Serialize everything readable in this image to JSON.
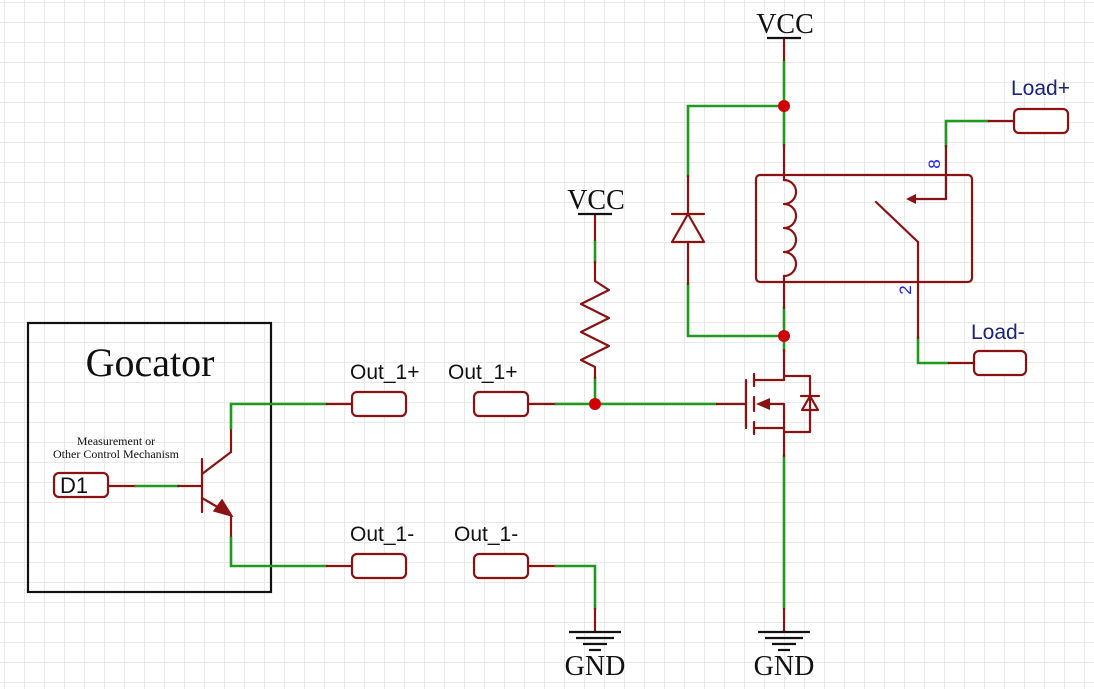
{
  "block": {
    "title": "Gocator",
    "caption_line1": "Measurement or",
    "caption_line2": "Other Control Mechanism",
    "input_port": "D1"
  },
  "ports": {
    "out_pos_left": "Out_1+",
    "out_neg_left": "Out_1-",
    "out_pos_right": "Out_1+",
    "out_neg_right": "Out_1-"
  },
  "power": {
    "vcc_top": "VCC",
    "vcc_pullup": "VCC",
    "gnd_left": "GND",
    "gnd_right": "GND"
  },
  "relay": {
    "pin_top": "8",
    "pin_bottom": "2"
  },
  "load": {
    "positive": "Load+",
    "negative": "Load-"
  },
  "colors": {
    "wire": "#1f9a1f",
    "component": "#8a1212",
    "junction": "#d00000",
    "load_label": "#1a237e",
    "pin_number": "#1a1aff",
    "block_outline": "#111111"
  }
}
